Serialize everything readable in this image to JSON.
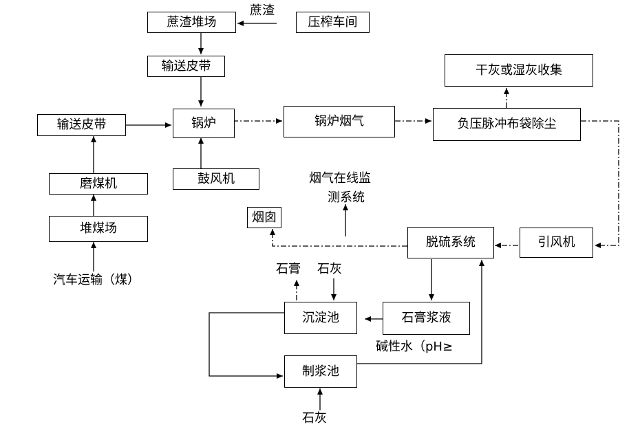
{
  "boxes": {
    "bagasse_yard": "蔗渣堆场",
    "press_workshop": "压榨车间",
    "conveyor_top": "输送皮带",
    "conveyor_left": "输送皮带",
    "boiler": "锅炉",
    "flue_gas": "锅炉烟气",
    "bag_filter": "负压脉冲布袋除尘",
    "ash_collection": "干灰或湿灰收集",
    "coal_mill": "磨煤机",
    "coal_yard": "堆煤场",
    "blower": "鼓风机",
    "chimney": "烟囱",
    "desulfurization": "脱硫系统",
    "induced_fan": "引风机",
    "settling_pond": "沉淀池",
    "gypsum_slurry": "石膏浆液",
    "slurry_pond": "制浆池"
  },
  "labels": {
    "bagasse": "蔗渣",
    "truck_transport": "汽车运输（煤）",
    "cems_line1": "烟气在线监",
    "cems_line2": "测系统",
    "gypsum_out": "石膏",
    "lime_in_top": "石灰",
    "alkaline_water": "碱性水（pH≥",
    "lime_in_bottom": "石灰"
  }
}
